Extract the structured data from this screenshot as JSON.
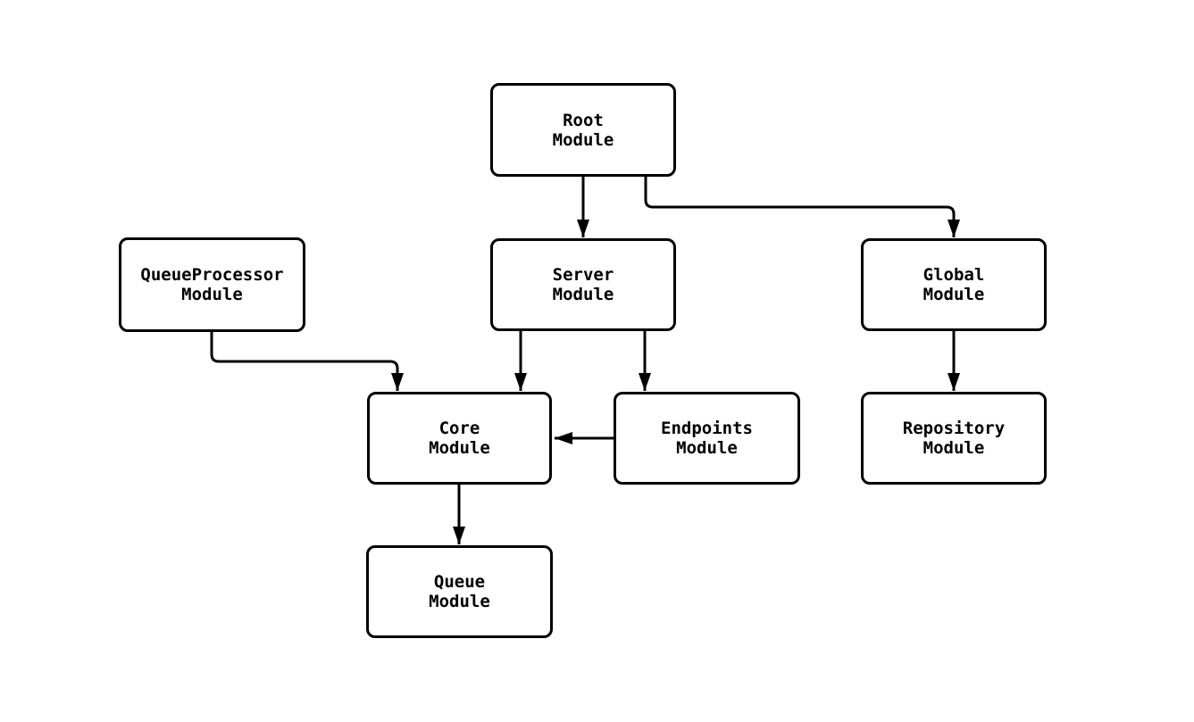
{
  "colors": {
    "background": "#ffffff",
    "stroke": "#000000",
    "text": "#000000",
    "node_fill": "#ffffff"
  },
  "diagram": {
    "type": "module-dependency-flowchart",
    "nodes": {
      "root": {
        "label": "Root\nModule"
      },
      "queue_processor": {
        "label": "QueueProcessor\nModule"
      },
      "server": {
        "label": "Server\nModule"
      },
      "global": {
        "label": "Global\nModule"
      },
      "core": {
        "label": "Core\nModule"
      },
      "endpoints": {
        "label": "Endpoints\nModule"
      },
      "repository": {
        "label": "Repository\nModule"
      },
      "queue": {
        "label": "Queue\nModule"
      }
    },
    "edges": [
      {
        "from": "root",
        "to": "server"
      },
      {
        "from": "root",
        "to": "global"
      },
      {
        "from": "queue_processor",
        "to": "core"
      },
      {
        "from": "server",
        "to": "core"
      },
      {
        "from": "server",
        "to": "endpoints"
      },
      {
        "from": "endpoints",
        "to": "core"
      },
      {
        "from": "global",
        "to": "repository"
      },
      {
        "from": "core",
        "to": "queue"
      }
    ]
  }
}
